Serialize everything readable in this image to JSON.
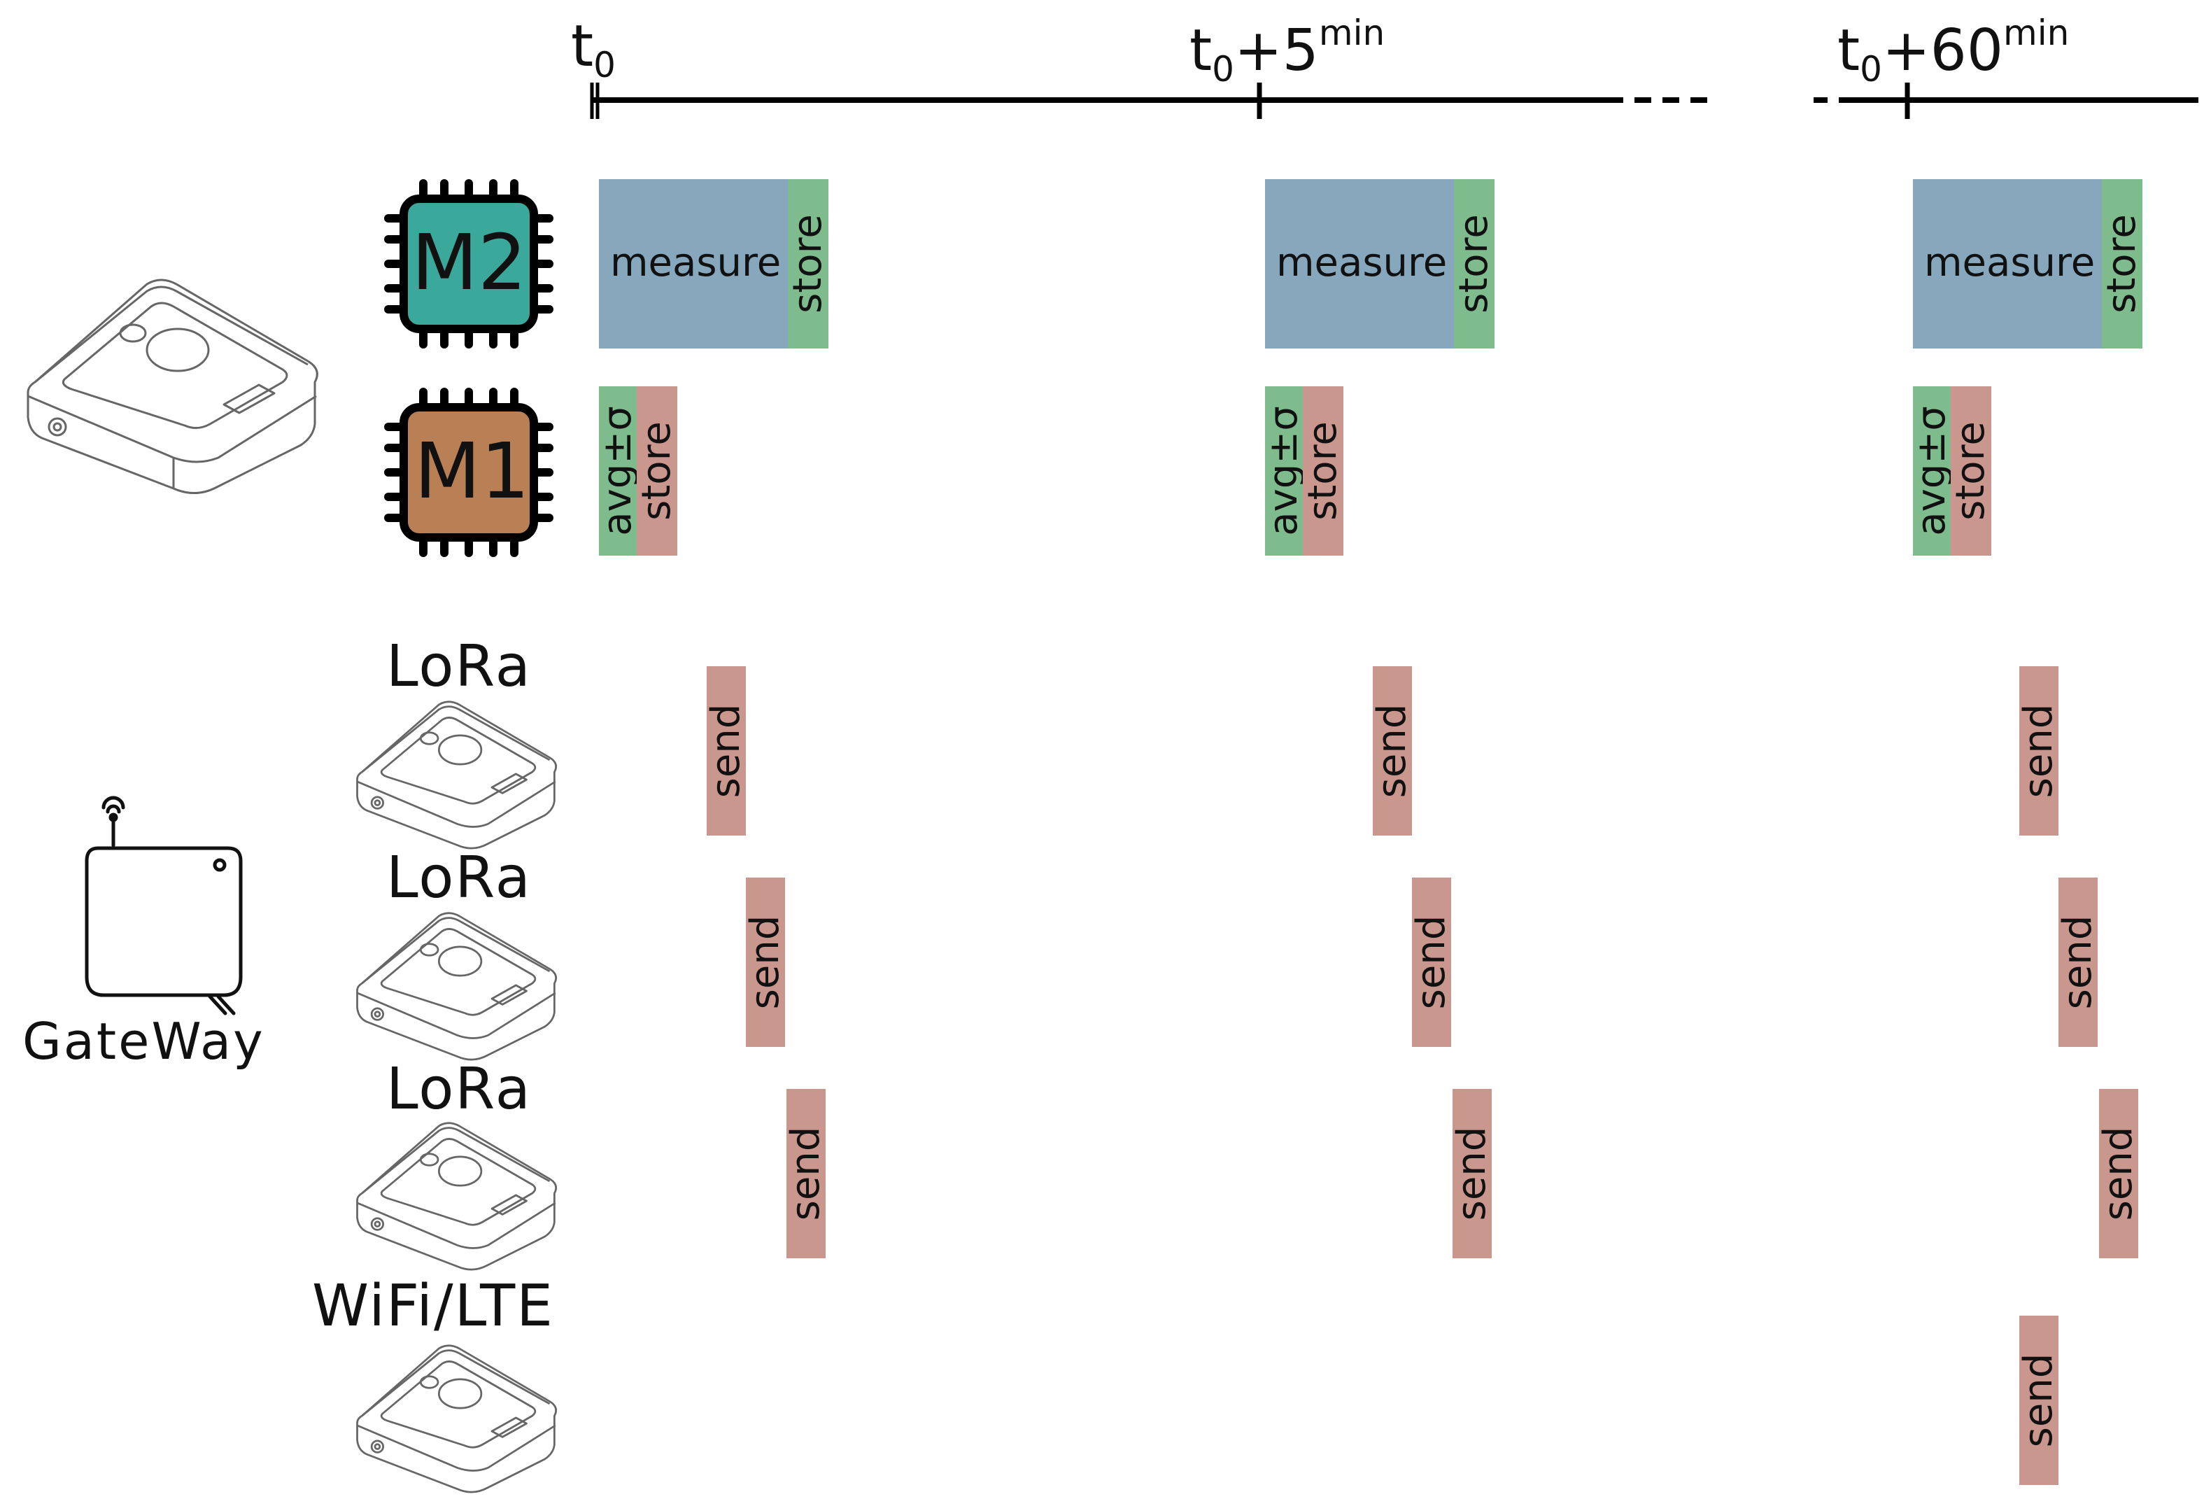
{
  "timeline": {
    "ticks": [
      {
        "base": "t",
        "sub": "0",
        "offset": "",
        "sup": ""
      },
      {
        "base": "t",
        "sub": "0",
        "offset": "+5",
        "sup": "min"
      },
      {
        "base": "t",
        "sub": "0",
        "offset": "+60",
        "sup": "min"
      }
    ]
  },
  "chips": {
    "m2": {
      "label": "M2",
      "color": "#3aa89a"
    },
    "m1": {
      "label": "M1",
      "color": "#b88054"
    }
  },
  "gateway": {
    "label": "GateWay"
  },
  "row_labels": [
    "LoRa",
    "LoRa",
    "LoRa",
    "WiFi/LTE"
  ],
  "blocks": {
    "measure": "measure",
    "store": "store",
    "avg": "avg±σ",
    "send": "send"
  },
  "colors": {
    "measure": "#87a8bc",
    "green": "#7ebb8d",
    "pink": "#c9978e"
  }
}
